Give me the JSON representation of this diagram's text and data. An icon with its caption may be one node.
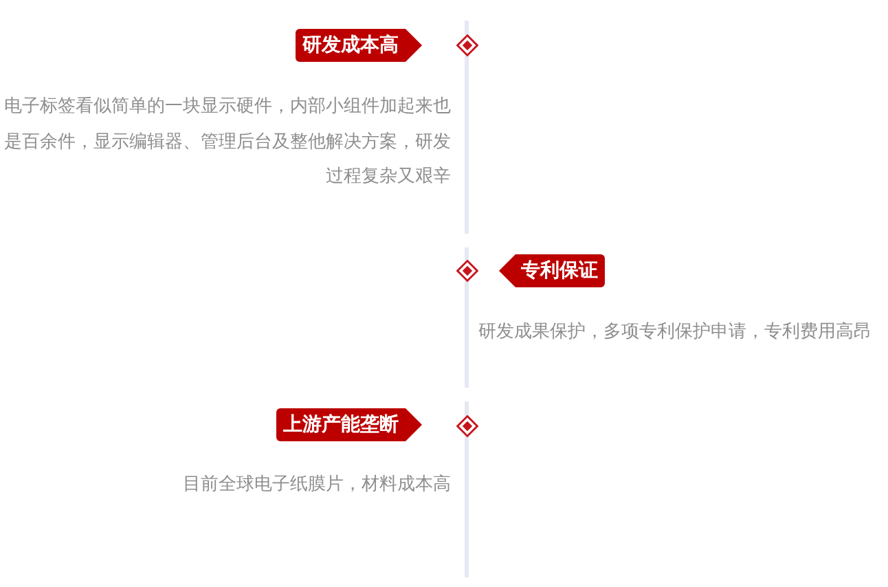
{
  "diagram": {
    "nodes": [
      {
        "text": [
          "研发成本高"
        ],
        "beside": [
          "电子标签看似简单的一块显示硬件，内部小组件加起来也是百余件，显示编辑器、管理后台及整他解决方案，研发过程复杂又艰辛"
        ]
      },
      {
        "text": [
          "专利保证"
        ],
        "beside": [
          "研发成果保护，多项专利保护申请，专利费用高昂"
        ]
      },
      {
        "text": [
          "上游产能垄断"
        ],
        "beside": [
          "目前全球电子纸膜片，材料成本高"
        ]
      }
    ]
  }
}
